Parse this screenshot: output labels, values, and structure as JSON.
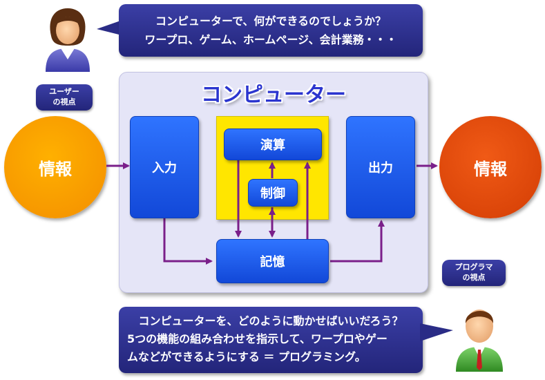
{
  "top_bubble": {
    "line1": "コンピューターで、何ができるのでしょうか？",
    "line2": "ワープロ、ゲーム、ホームページ、会計業務・・・"
  },
  "user_label": {
    "line1": "ユーザー",
    "line2": "の視点"
  },
  "programmer_label": {
    "line1": "プログラマ",
    "line2": "の視点"
  },
  "computer_title": "コンピューター",
  "input_info": "情報",
  "output_info": "情報",
  "blocks": {
    "input": "入力",
    "arithmetic": "演算",
    "control": "制御",
    "output": "出力",
    "memory": "記憶"
  },
  "bottom_bubble": {
    "line1": "コンピューターを、どのように動かせばいいだろう？",
    "line2": "5つの機能の組み合わせを指示して、ワープロやゲー",
    "line3": "ムなどができるようにする ＝ プログラミング。"
  },
  "colors": {
    "bubble": "#2a2c86",
    "block_blue": "#1f5cf0",
    "arrow": "#7a1f8a",
    "yellow": "#ffe600",
    "orange": "#f7a000",
    "red": "#e04a0a"
  },
  "icons": {
    "user": "female-user-icon",
    "programmer": "male-user-icon"
  }
}
